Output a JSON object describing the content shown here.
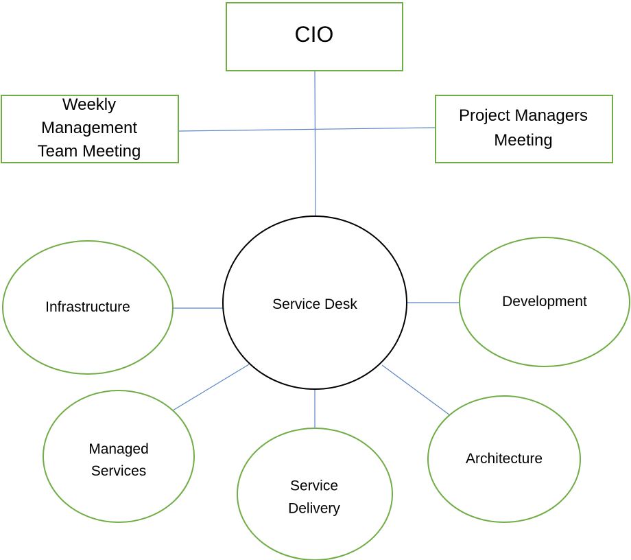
{
  "nodes": {
    "cio": {
      "lines": [
        "CIO"
      ]
    },
    "weekly_meeting": {
      "lines": [
        "Weekly",
        "Management",
        "Team Meeting"
      ]
    },
    "pm_meeting": {
      "lines": [
        "Project Managers",
        "Meeting"
      ]
    },
    "service_desk": {
      "lines": [
        "Service Desk"
      ]
    },
    "infrastructure": {
      "lines": [
        "Infrastructure"
      ]
    },
    "development": {
      "lines": [
        "Development"
      ]
    },
    "managed_services": {
      "lines": [
        "Managed",
        "Services"
      ]
    },
    "service_delivery": {
      "lines": [
        "Service",
        "Delivery"
      ]
    },
    "architecture": {
      "lines": [
        "Architecture"
      ]
    }
  },
  "colors": {
    "node_border": "#70ad47",
    "hub_border": "#000000",
    "connector": "#5b84c4"
  }
}
